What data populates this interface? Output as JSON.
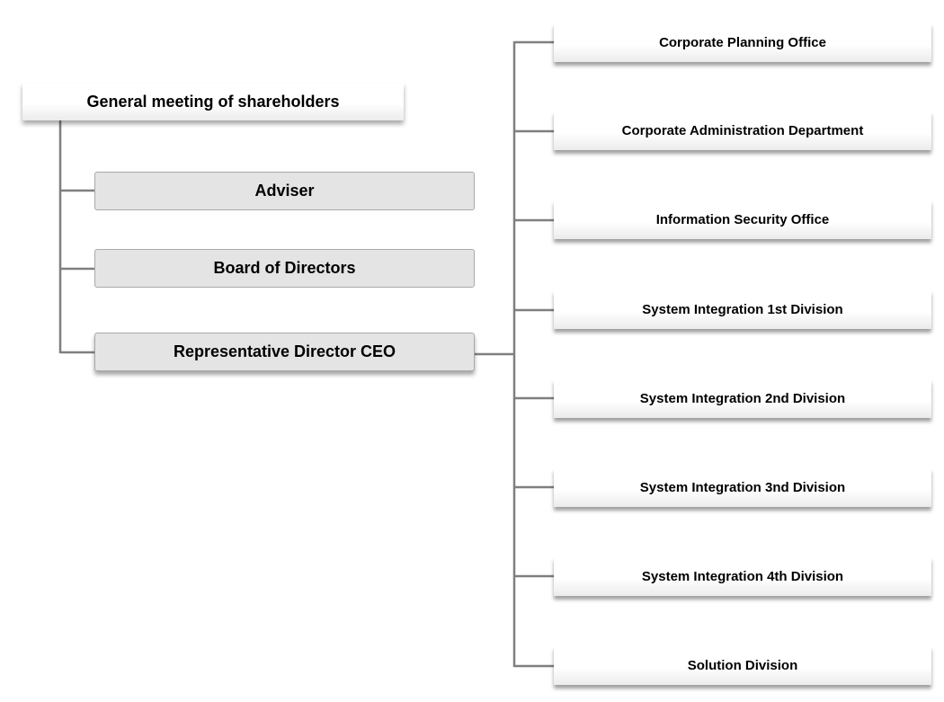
{
  "top": {
    "label": "General meeting of shareholders"
  },
  "left_nodes": [
    {
      "label": "Adviser"
    },
    {
      "label": "Board of Directors"
    },
    {
      "label": "Representative Director CEO"
    }
  ],
  "departments": [
    {
      "label": "Corporate Planning Office"
    },
    {
      "label": "Corporate Administration Department"
    },
    {
      "label": "Information Security Office"
    },
    {
      "label": "System Integration 1st Division"
    },
    {
      "label": "System Integration 2nd Division"
    },
    {
      "label": "System Integration 3nd Division"
    },
    {
      "label": "System Integration 4th Division"
    },
    {
      "label": "Solution Division"
    }
  ],
  "colors": {
    "connector": "#7f7f7f",
    "grey_box_fill": "#e4e4e4",
    "grey_box_border": "#a9a9a9"
  }
}
